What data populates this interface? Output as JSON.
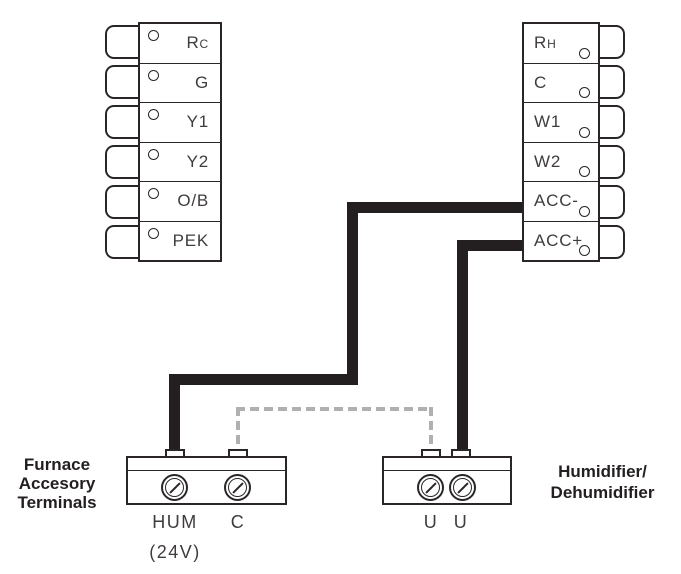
{
  "colors": {
    "background": "#ffffff",
    "line": "#2a2627",
    "wire": "#231f20",
    "dashed_wire": "#b0b0b0",
    "label_text": "#403c3e",
    "caption_text": "#231f20"
  },
  "left_block": {
    "terminals": [
      {
        "main": "R",
        "small": "C"
      },
      {
        "main": "G",
        "small": ""
      },
      {
        "main": "Y1",
        "small": ""
      },
      {
        "main": "Y2",
        "small": ""
      },
      {
        "main": "O/B",
        "small": ""
      },
      {
        "main": "PEK",
        "small": ""
      }
    ]
  },
  "right_block": {
    "terminals": [
      {
        "main": "R",
        "small": "H"
      },
      {
        "main": "C",
        "small": ""
      },
      {
        "main": "W1",
        "small": ""
      },
      {
        "main": "W2",
        "small": ""
      },
      {
        "main": "ACC-",
        "small": ""
      },
      {
        "main": "ACC+",
        "small": ""
      }
    ]
  },
  "furnace": {
    "caption_lines": [
      "Furnace",
      "Accesory",
      "Terminals"
    ],
    "terminal_labels": [
      "HUM",
      "C"
    ],
    "voltage": "(24V)"
  },
  "humidifier": {
    "caption_lines": [
      "Humidifier/",
      "Dehumidifier"
    ],
    "terminal_labels": [
      "U",
      "U"
    ]
  },
  "wires": [
    {
      "from": "ACC-",
      "to": "HUM",
      "style": "solid"
    },
    {
      "from": "ACC+",
      "to": "U",
      "style": "solid"
    },
    {
      "from": "C",
      "to": "U",
      "style": "dashed"
    }
  ]
}
